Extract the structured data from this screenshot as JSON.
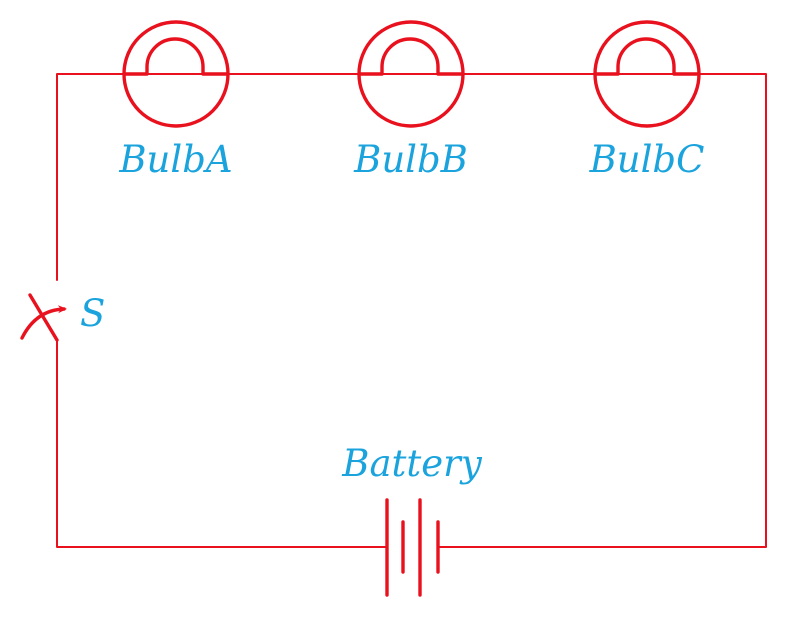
{
  "colors": {
    "wire": "#e8111d",
    "label": "#1aa3dc",
    "background": "#ffffff"
  },
  "bulbs": [
    {
      "id": "bulb-a",
      "label": "BulbA"
    },
    {
      "id": "bulb-b",
      "label": "BulbB"
    },
    {
      "id": "bulb-c",
      "label": "BulbC"
    }
  ],
  "switch": {
    "label": "S"
  },
  "battery": {
    "label": "Battery"
  }
}
